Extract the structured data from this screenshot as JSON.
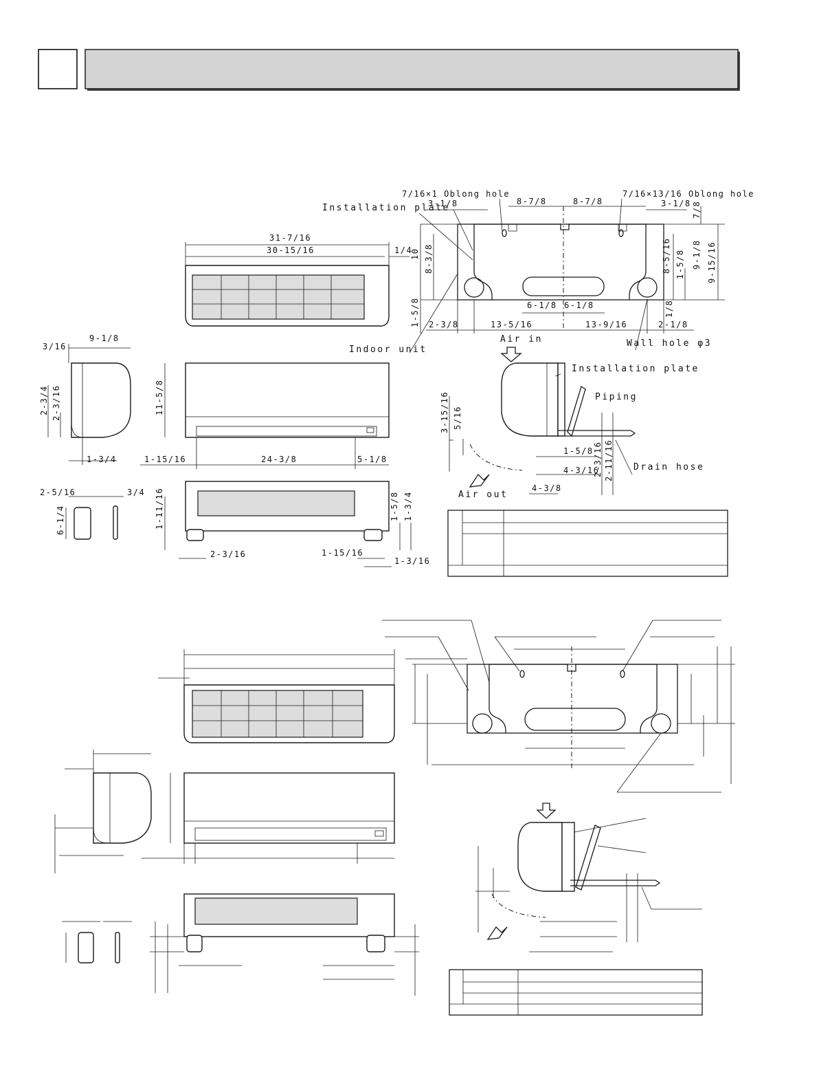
{
  "header": {
    "section_number": "",
    "title": ""
  },
  "diagram1": {
    "labels": {
      "oblong_hole_left": "7/16×1 Oblong hole",
      "oblong_hole_right": "7/16×13/16 Oblong hole",
      "installation_plate_top": "Installation plate",
      "indoor_unit": "Indoor unit",
      "air_in": "Air in",
      "wall_hole": "Wall hole φ3",
      "installation_plate_side": "Installation plate",
      "piping": "Piping",
      "drain_hose": "Drain hose",
      "air_out": "Air out"
    },
    "dims": {
      "plate_left": "3-1/8",
      "plate_mid_left": "8-7/8",
      "plate_mid_right": "8-7/8",
      "plate_right": "3-1/8",
      "plate_r_top": "7/8",
      "plate_height_left": "10",
      "plate_inner_left": "8-3/8",
      "plate_r_a": "8-5/16",
      "plate_r_b": "1-5/8",
      "plate_r_c": "9-1/8",
      "plate_r_d": "9-15/16",
      "plate_r_e": "1/8",
      "plate_low_left": "1-5/8",
      "plate_center_left": "6-1/8",
      "plate_center_right": "6-1/8",
      "plate_bottom_1": "2-3/8",
      "plate_bottom_2": "13-5/16",
      "plate_bottom_3": "13-9/16",
      "plate_bottom_4": "2-1/8",
      "top_overall": "31-7/16",
      "top_body": "30-15/16",
      "top_right": "1/4",
      "side_depth": "9-1/8",
      "side_front": "3/16",
      "side_h1": "2-3/4",
      "side_h2": "2-3/16",
      "side_bottom": "1-3/4",
      "front_height": "11-5/8",
      "front_left": "1-15/16",
      "front_mid": "24-3/8",
      "front_right": "5-1/8",
      "remote_w": "2-5/16",
      "remote_d": "3/4",
      "remote_h": "6-1/4",
      "bottom_h": "1-11/16",
      "bottom_left": "2-3/16",
      "bottom_r1": "1-15/16",
      "bottom_r2": "1-3/16",
      "bottom_v1": "1-5/8",
      "bottom_v2": "1-3/4",
      "pipe_h1": "3-15/16",
      "pipe_h2": "5/16",
      "pipe_w1": "1-5/8",
      "pipe_w2": "4-3/16",
      "pipe_w3": "4-3/8",
      "pipe_v1": "2-3/16",
      "pipe_v2": "2-11/16"
    },
    "table_rows": [
      [
        "",
        ""
      ],
      [
        "",
        ""
      ],
      [
        "",
        ""
      ],
      [
        "",
        ""
      ]
    ]
  },
  "diagram2": {
    "table_rows": [
      [
        "",
        ""
      ],
      [
        "",
        ""
      ],
      [
        "",
        ""
      ],
      [
        "",
        ""
      ]
    ]
  }
}
